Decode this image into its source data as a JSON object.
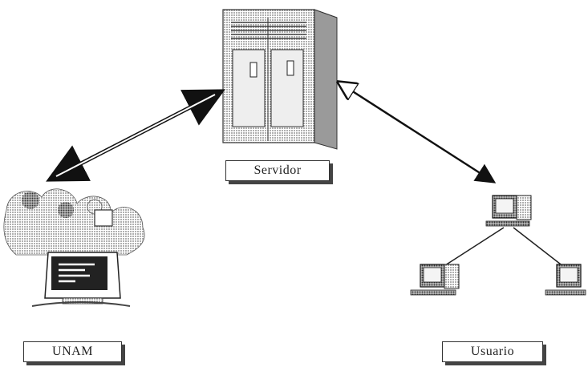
{
  "nodes": {
    "server": {
      "label": "Servidor",
      "icon": "server-tower-icon"
    },
    "unam": {
      "label": "UNAM",
      "icon": "people-computer-icon"
    },
    "user": {
      "label": "Usuario",
      "icon": "computer-network-icon"
    }
  },
  "connections": [
    {
      "from": "unam",
      "to": "server",
      "direction": "bidirectional"
    },
    {
      "from": "server",
      "to": "user",
      "direction": "bidirectional"
    }
  ]
}
